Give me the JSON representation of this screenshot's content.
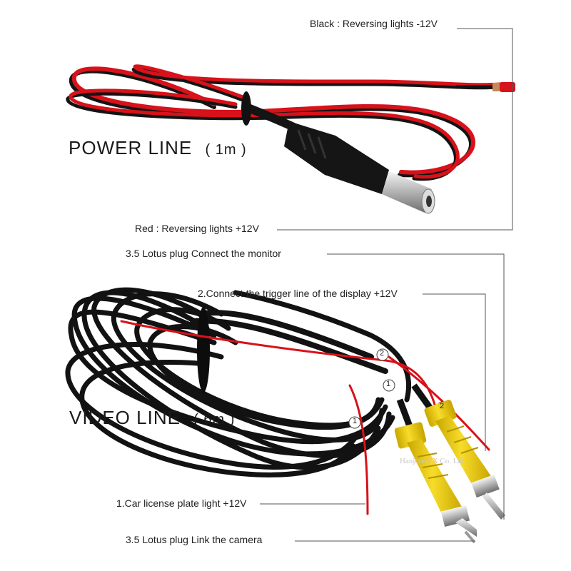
{
  "power_section": {
    "title": "POWER LINE",
    "length": "( 1m )",
    "black_wire_label": "Black : Reversing lights -12V",
    "red_wire_label": "Red : Reversing lights +12V"
  },
  "video_section": {
    "title": "VIDEO LINE",
    "length": "( 6m )",
    "monitor_plug_label": "3.5 Lotus plug  Connect the monitor",
    "trigger_line_label": "2.Connect the trigger line of the display +12V",
    "plate_light_label": "1.Car license plate light +12V",
    "camera_plug_label": "3.5 Lotus plug  Link the camera"
  },
  "markers": {
    "one": "1",
    "two": "2"
  },
  "watermark": {
    "brand": "Hanjore",
    "mark": "YX",
    "suffix": "Co. Ltd"
  },
  "colors": {
    "red_wire": "#d8111a",
    "black_wire": "#141414",
    "rca_plug": "#f0d21a",
    "leader_line": "#555555"
  }
}
